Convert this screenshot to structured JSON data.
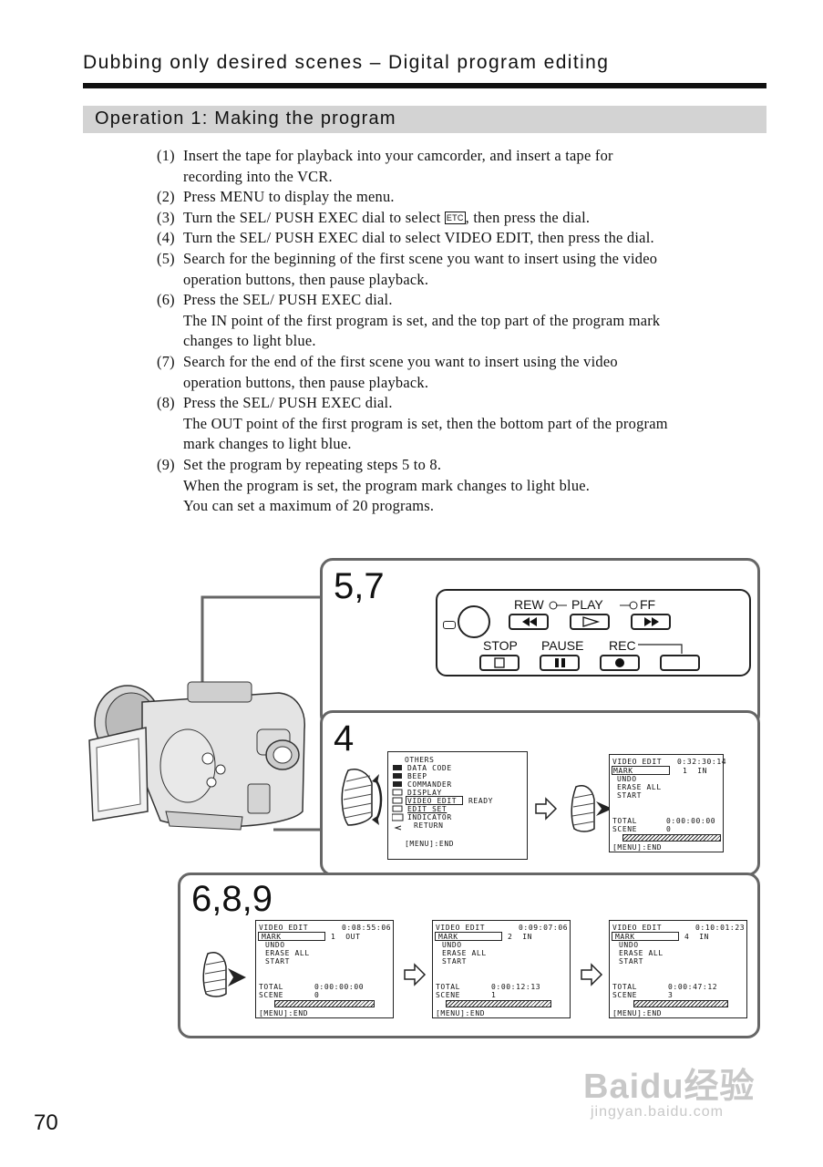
{
  "header": {
    "title": "Dubbing only desired scenes – Digital program editing"
  },
  "section": {
    "title": "Operation 1: Making the program"
  },
  "steps": [
    {
      "num": "(1)",
      "lines": [
        "Insert the tape for playback into your camcorder, and insert a tape for",
        "recording into the VCR."
      ]
    },
    {
      "num": "(2)",
      "lines": [
        "Press MENU to display the menu."
      ]
    },
    {
      "num": "(3)",
      "pre": "Turn the SEL/ PUSH EXEC dial to select ",
      "icon_text": "ETC",
      "post": ", then press the dial."
    },
    {
      "num": "(4)",
      "lines": [
        "Turn the SEL/ PUSH EXEC dial to select VIDEO EDIT, then press the dial."
      ]
    },
    {
      "num": "(5)",
      "lines": [
        "Search for the beginning of the first scene you want to insert using the video",
        "operation buttons, then pause playback."
      ]
    },
    {
      "num": "(6)",
      "lines": [
        "Press the SEL/ PUSH EXEC dial.",
        "The IN point of the first program is set, and the top part of the program mark",
        "changes to light blue."
      ]
    },
    {
      "num": "(7)",
      "lines": [
        "Search for the end of the first scene you want to insert using the video",
        "operation buttons, then pause playback."
      ]
    },
    {
      "num": "(8)",
      "lines": [
        "Press the SEL/ PUSH EXEC dial.",
        "The OUT point of the first program is set, then the bottom part of the program",
        "mark changes to light blue."
      ]
    },
    {
      "num": "(9)",
      "lines": [
        "Set the program by repeating steps 5 to 8.",
        "When the program is set, the program mark changes to light blue.",
        "You can set a maximum of 20 programs."
      ]
    }
  ],
  "panel_57": {
    "label": "5,7",
    "buttons": {
      "rew": "REW",
      "play": "PLAY",
      "ff": "FF",
      "stop": "STOP",
      "pause": "PAUSE",
      "rec": "REC"
    }
  },
  "panel_4": {
    "label": "4",
    "menu": {
      "items": [
        "OTHERS",
        "DATA CODE",
        "BEEP",
        "COMMANDER",
        "DISPLAY",
        "VIDEO EDIT",
        "EDIT SET",
        "INDICATOR",
        "RETURN"
      ],
      "ready": "READY",
      "footer": "[MENU]:END"
    },
    "screen": {
      "title": "VIDEO EDIT",
      "time": "0:32:30:14",
      "mark": "MARK",
      "mark_state": "1  IN",
      "undo": "UNDO",
      "erase": "ERASE ALL",
      "start": "START",
      "total_label": "TOTAL",
      "total": "0:00:00:00",
      "scene_label": "SCENE",
      "scene": "0",
      "footer": "[MENU]:END"
    }
  },
  "panel_689": {
    "label": "6,8,9",
    "screens": [
      {
        "title": "VIDEO EDIT",
        "time": "0:08:55:06",
        "mark": "MARK",
        "mark_state": "1  OUT",
        "undo": "UNDO",
        "erase": "ERASE ALL",
        "start": "START",
        "total_label": "TOTAL",
        "total": "0:00:00:00",
        "scene_label": "SCENE",
        "scene": "0",
        "footer": "[MENU]:END"
      },
      {
        "title": "VIDEO EDIT",
        "time": "0:09:07:06",
        "mark": "MARK",
        "mark_state": "2  IN",
        "undo": "UNDO",
        "erase": "ERASE ALL",
        "start": "START",
        "total_label": "TOTAL",
        "total": "0:00:12:13",
        "scene_label": "SCENE",
        "scene": "1",
        "footer": "[MENU]:END"
      },
      {
        "title": "VIDEO EDIT",
        "time": "0:10:01:23",
        "mark": "MARK",
        "mark_state": "4  IN",
        "undo": "UNDO",
        "erase": "ERASE ALL",
        "start": "START",
        "total_label": "TOTAL",
        "total": "0:00:47:12",
        "scene_label": "SCENE",
        "scene": "3",
        "footer": "[MENU]:END"
      }
    ]
  },
  "page_number": "70",
  "watermark": {
    "main": "Baidu经验",
    "sub": "jingyan.baidu.com"
  }
}
